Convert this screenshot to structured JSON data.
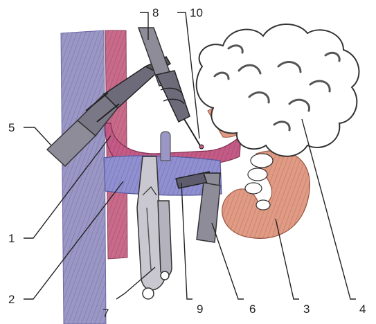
{
  "figure": {
    "labels": [
      {
        "id": "1",
        "text": "1"
      },
      {
        "id": "2",
        "text": "2"
      },
      {
        "id": "3",
        "text": "3"
      },
      {
        "id": "4",
        "text": "4"
      },
      {
        "id": "5",
        "text": "5"
      },
      {
        "id": "6",
        "text": "6"
      },
      {
        "id": "7",
        "text": "7"
      },
      {
        "id": "8",
        "text": "8"
      },
      {
        "id": "9",
        "text": "9"
      },
      {
        "id": "10",
        "text": "10"
      }
    ]
  },
  "colors": {
    "vena_cava": "#9a96c6",
    "aorta": "#c96a8a",
    "renal_artery": "#c45a86",
    "renal_vein": "#8f8fd2",
    "kidney": "#e19a83",
    "fat": "#ffffff",
    "instrument": "#8e8c98",
    "outline": "#2a2a2a"
  }
}
